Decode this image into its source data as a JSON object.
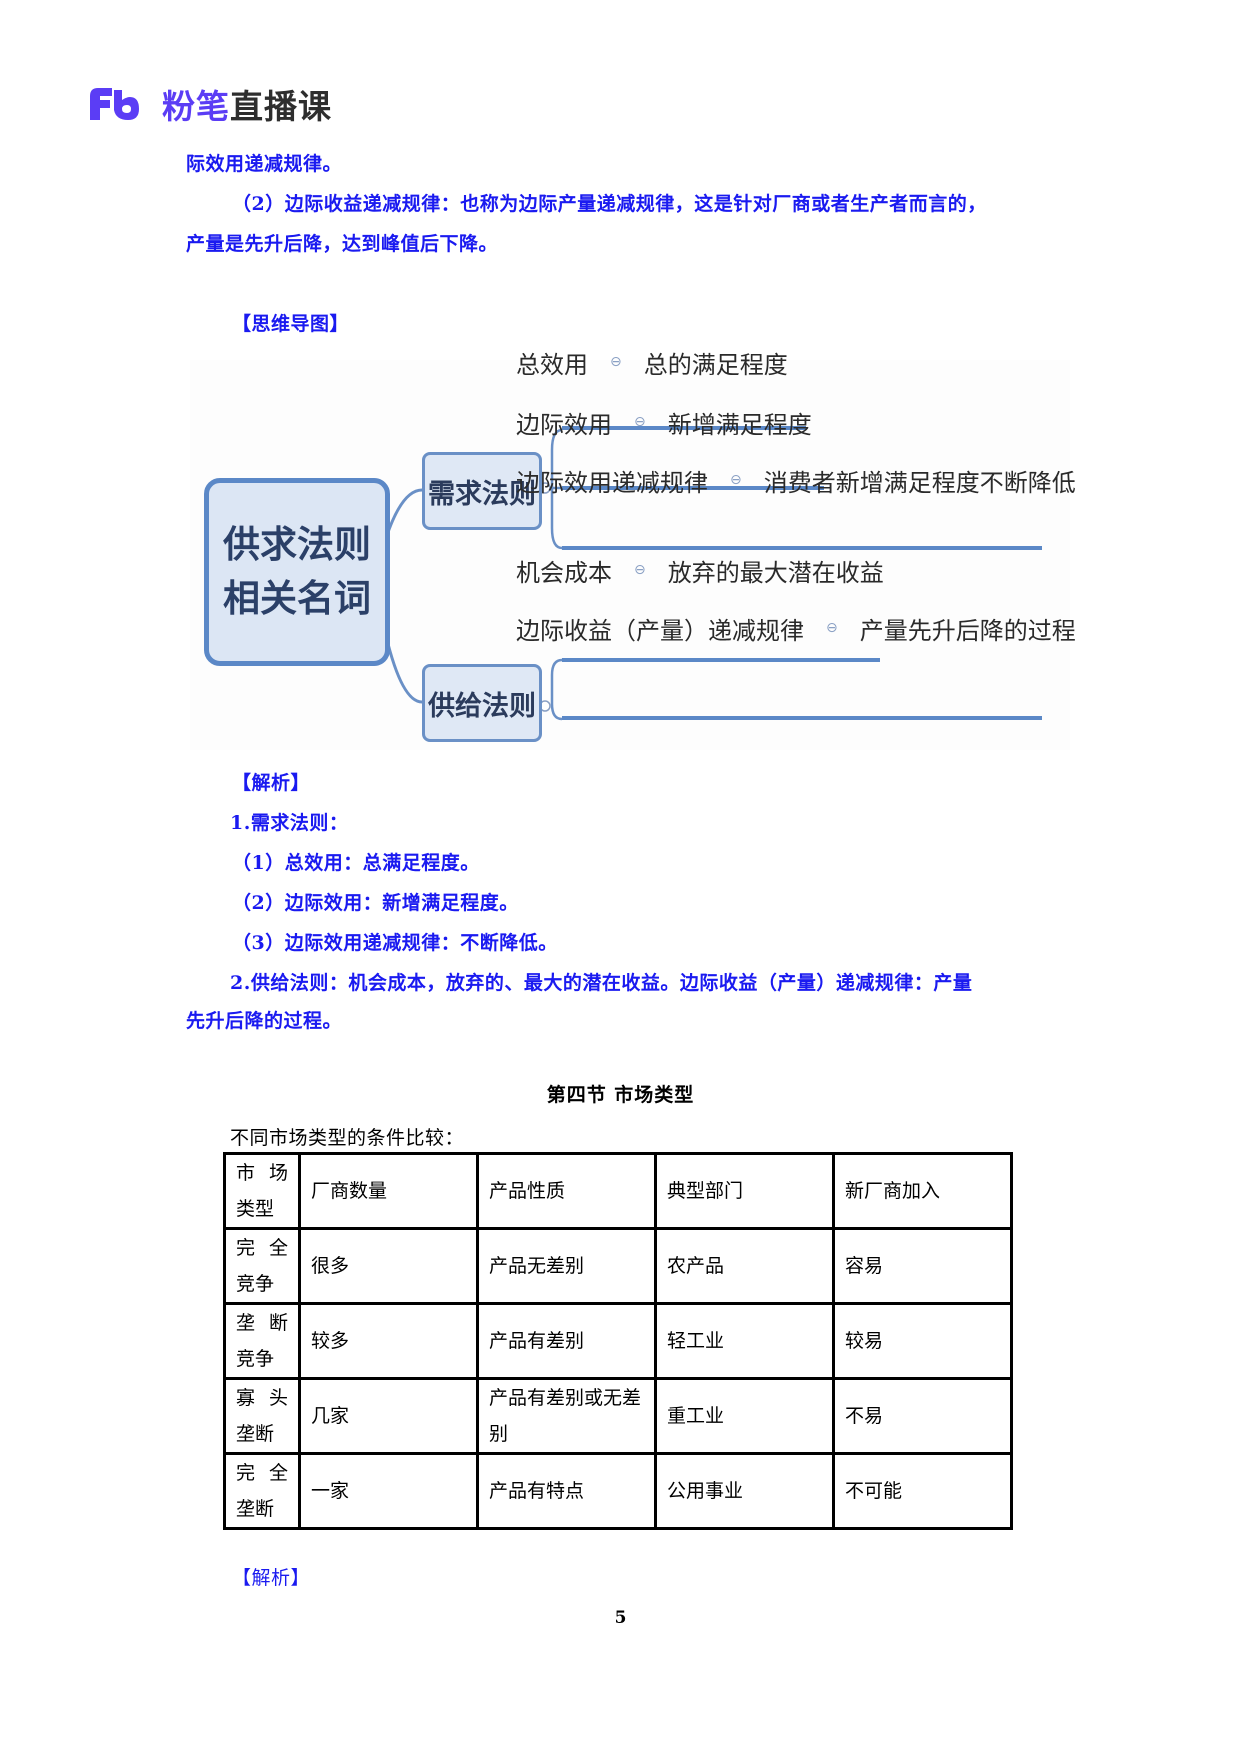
{
  "header": {
    "logo_mark": "Fb",
    "brand": "粉笔",
    "product": "直播课",
    "brand_color": "#5b3df5"
  },
  "intro_paragraphs": {
    "line1": "际效用递减规律。",
    "line2": "（2）边际收益递减规律：也称为边际产量递减规律，这是针对厂商或者生产者而言的，",
    "line3": "产量是先升后降，达到峰值后下降。"
  },
  "mindmap_label": "【思维导图】",
  "mindmap": {
    "root": {
      "line1": "供求法则",
      "line2": "相关名词"
    },
    "branches": [
      {
        "label": "需求法则",
        "leaves": [
          {
            "term": "总效用",
            "definition": "总的满足程度"
          },
          {
            "term": "边际效用",
            "definition": "新增满足程度"
          },
          {
            "term": "边际效用递减规律",
            "definition": "消费者新增满足程度不断降低"
          }
        ]
      },
      {
        "label": "供给法则",
        "leaves": [
          {
            "term": "机会成本",
            "definition": "放弃的最大潜在收益"
          },
          {
            "term": "边际收益（产量）递减规律",
            "definition": "产量先升后降的过程"
          }
        ]
      }
    ],
    "separator_icon": "⊖",
    "accent_color": "#5b88c7"
  },
  "analysis1": {
    "title": "【解析】",
    "l1": "1.需求法则：",
    "l2": "（1）总效用：总满足程度。",
    "l3": "（2）边际效用：新增满足程度。",
    "l4": "（3）边际效用递减规律：不断降低。",
    "l5": "2.供给法则：机会成本，放弃的、最大的潜在收益。边际收益（产量）递减规律：产量",
    "l6": "先升后降的过程。"
  },
  "section": {
    "title": "第四节  市场类型",
    "intro": "不同市场类型的条件比较："
  },
  "table": {
    "header": [
      {
        "a": "市  场",
        "b": "类型"
      },
      "厂商数量",
      "产品性质",
      "典型部门",
      "新厂商加入"
    ],
    "rows": [
      {
        "type_a": "完  全",
        "type_b": "竞争",
        "firms": "很多",
        "product": "产品无差别",
        "sector": "农产品",
        "entry": "容易"
      },
      {
        "type_a": "垄  断",
        "type_b": "竞争",
        "firms": "较多",
        "product": "产品有差别",
        "sector": "轻工业",
        "entry": "较易"
      },
      {
        "type_a": "寡  头",
        "type_b": "垄断",
        "firms": "几家",
        "product": "产品有差别或无差别",
        "sector": "重工业",
        "entry": "不易"
      },
      {
        "type_a": "完  全",
        "type_b": "垄断",
        "firms": "一家",
        "product": "产品有特点",
        "sector": "公用事业",
        "entry": "不可能"
      }
    ]
  },
  "analysis2_title": "【解析】",
  "page_number": "5"
}
